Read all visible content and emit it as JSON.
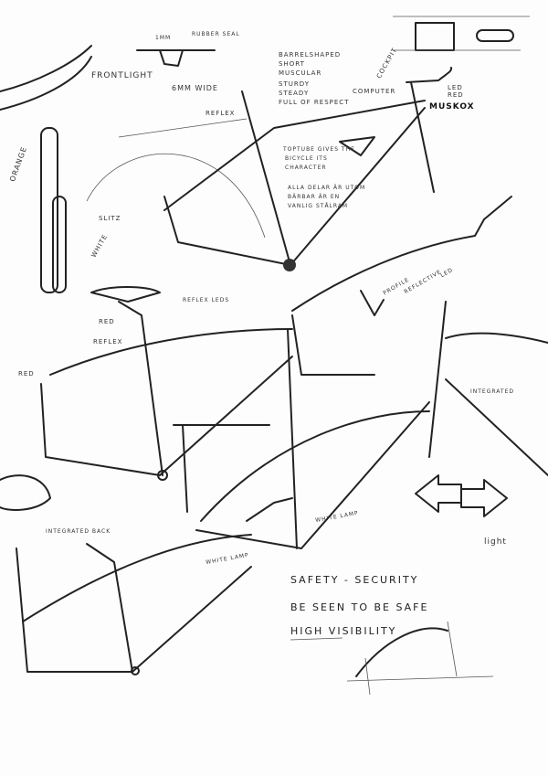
{
  "sketch": {
    "labels": {
      "frontlight": "Frontlight",
      "one_mm": "1mm",
      "rubber_seal": "Rubber seal",
      "six_mm_wide": "6mm wide",
      "reflex_top": "Reflex",
      "traits": [
        "Barrelshaped",
        "Short",
        "Muscular",
        "Sturdy",
        "Steady",
        "Full of respect"
      ],
      "computer": "Computer",
      "cockpit": "Cockpit",
      "led_red": "LED red",
      "brand": "MUSKOX",
      "orange": "Orange",
      "white": "White",
      "slitz": "Slitz",
      "toptube_note": [
        "Toptube gives the",
        "bicycle its",
        "character"
      ],
      "swedish_note": [
        "Alla delar är utom",
        "bärbar är en",
        "vanlig stålram"
      ],
      "red": "Red",
      "reflex_mid": "Reflex",
      "red_lower": "Red",
      "profile": "Profile",
      "reflective": "Reflective",
      "led": "LED",
      "integrated": "Integrated",
      "integrated_back": "Integrated back",
      "white_lamp_1": "White lamp",
      "white_lamp_2": "White lamp",
      "light": "light",
      "reflex_leds": "Reflex LEDs"
    },
    "headline": {
      "line1": "Safety - Security",
      "line2": "Be seen to be safe",
      "line3": "High visibility"
    }
  }
}
